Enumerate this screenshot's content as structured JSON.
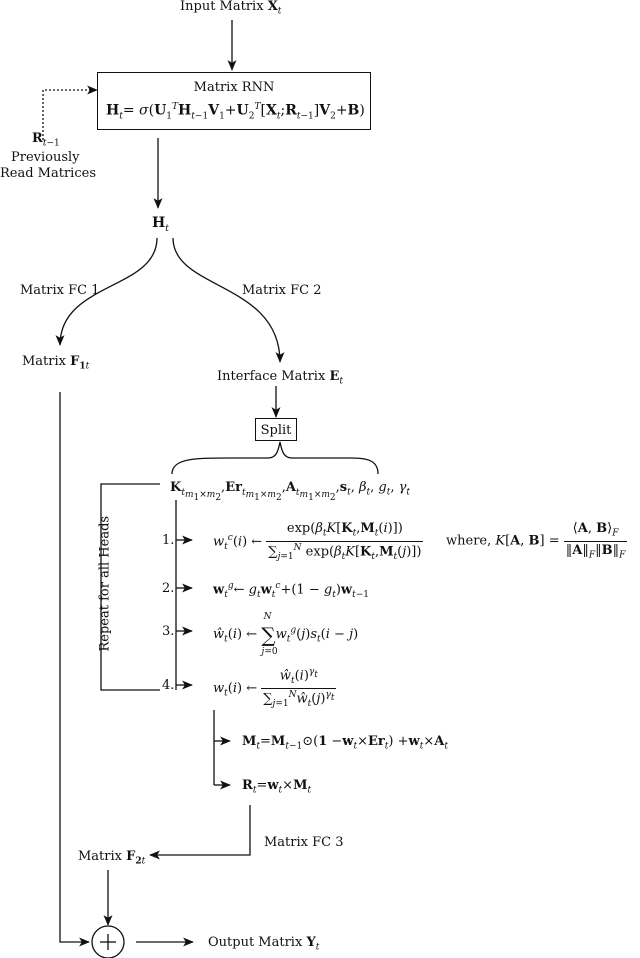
{
  "input_label": "Input Matrix X_t",
  "rnn": {
    "title": "Matrix RNN",
    "equation": "H_t = σ(U_1^T H_{t-1} V_1 + U_2^T [X_t; R_{t-1}] V_2 + B)"
  },
  "prev_read": {
    "symbol": "R_{t-1}",
    "line1": "Previously",
    "line2": "Read Matrices"
  },
  "hidden_state": "H_t",
  "fc1_label": "Matrix FC 1",
  "fc2_label": "Matrix FC 2",
  "f1_node": "Matrix F_{1t}",
  "interface_node": "Interface Matrix E_t",
  "split_label": "Split",
  "split_outputs": "K_{t m1×m2}, Er_{t m1×m2}, A_{t m1×m2}, s_t, β_t, g_t, γ_t",
  "repeat_label": "Repeat for all Heads",
  "steps": [
    {
      "num": "1.",
      "equation": "w_t^c(i) ← exp(β_t K[K_t, M_t(i)]) / Σ_{j=1}^{N} exp(β_t K[K_t, M_t(j)])"
    },
    {
      "num": "2.",
      "equation": "w_t^g ← g_t w_t^c + (1 − g_t) w_{t−1}"
    },
    {
      "num": "3.",
      "equation": "ŵ_t(i) ← Σ_{j=0}^{N} w_t^g(j) s_t(i − j)"
    },
    {
      "num": "4.",
      "equation": "w_t(i) ← ŵ_t(i)^γ_t / Σ_{j=1}^{N} ŵ_t(j)^γ_t"
    }
  ],
  "where_clause": "where, K[A, B] = ⟨A, B⟩_F / (‖A‖_F ‖B‖_F)",
  "memory_update": "M_t = M_{t−1} ⊙ (1 − w_t × Er_t) + w_t × A_t",
  "read_vector": "R_t = w_t × M_t",
  "fc3_label": "Matrix FC 3",
  "f2_node": "Matrix F_{2t}",
  "sum_symbol": "+",
  "output_label": "Output Matrix Y_t"
}
